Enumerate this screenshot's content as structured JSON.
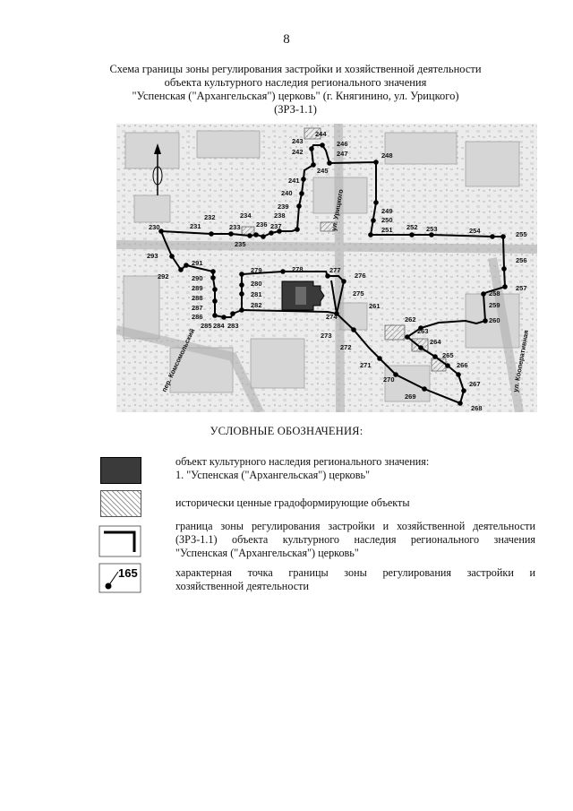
{
  "page_number": "8",
  "title": {
    "line1": "Схема границы зоны регулирования застройки и хозяйственной деятельности",
    "line2": "объекта культурного  наследия регионального значения",
    "line3": "\"Успенская (\"Архангельская\")  церковь\" (г. Княгинино, ул. Урицкого)",
    "line4": "(ЗРЗ-1.1)"
  },
  "map": {
    "street_labels": [
      "пер. Комсомольский",
      "ул. Урицкого",
      "ул. Кооперативная"
    ],
    "point_labels": [
      "230",
      "231",
      "232",
      "233",
      "234",
      "235",
      "236",
      "237",
      "238",
      "239",
      "240",
      "241",
      "242",
      "243",
      "244",
      "245",
      "246",
      "247",
      "248",
      "249",
      "250",
      "251",
      "252",
      "253",
      "254",
      "255",
      "256",
      "257",
      "258",
      "259",
      "260",
      "261",
      "262",
      "263",
      "264",
      "265",
      "266",
      "267",
      "268",
      "269",
      "270",
      "271",
      "272",
      "273",
      "274",
      "275",
      "276",
      "277",
      "278",
      "279",
      "280",
      "281",
      "282",
      "283",
      "284",
      "285",
      "286",
      "287",
      "288",
      "289",
      "290",
      "291",
      "292",
      "293"
    ]
  },
  "legend": {
    "heading": "УСЛОВНЫЕ ОБОЗНАЧЕНИЯ:",
    "items": [
      {
        "line1": "объект культурного  наследия регионального  значения:",
        "line2": "1. \"Успенская (\"Архангельская\")  церковь\""
      },
      {
        "line1": "исторически ценные градоформирующие  объекты"
      },
      {
        "line1": "граница зоны регулирования застройки и хозяйственной деятельности",
        "line2": "(ЗРЗ-1.1)  объекта  культурного  наследия  регионального  значения",
        "line3": "\"Успенская (\"Архангельская\")  церковь\""
      },
      {
        "line1": "характерная   точка   границы   зоны   регулирования   застройки   и",
        "line2": "хозяйственной деятельности",
        "symbol_label": "165"
      }
    ]
  },
  "colors": {
    "boundary": "#000000",
    "monument": "#3a3a3a",
    "background_map": "#cfcfcf"
  }
}
